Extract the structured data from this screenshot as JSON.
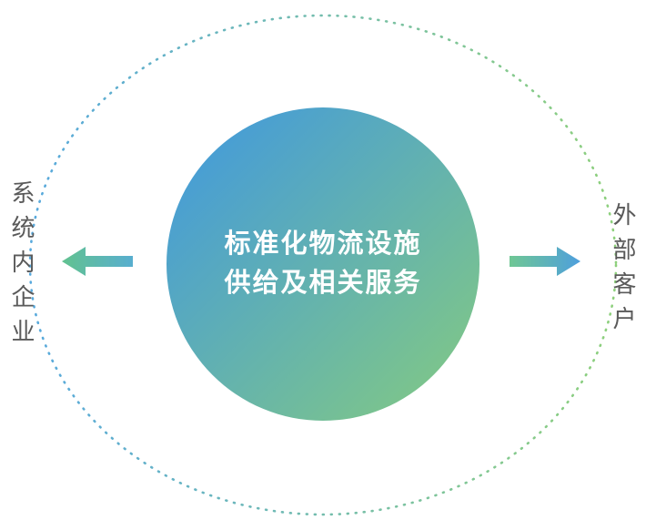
{
  "center_circle": {
    "line1": "标准化物流设施",
    "line2": "供给及相关服务"
  },
  "left_label": "系统内企业",
  "right_label": "外部客户",
  "colors": {
    "circle_gradient_start": "#3F97E1",
    "circle_gradient_end": "#85CB80",
    "ellipse_left": "#58A9DD",
    "ellipse_right": "#8ED07C",
    "arrow_left_start": "#62C290",
    "arrow_left_end": "#58AECF",
    "arrow_right_start": "#6FC794",
    "arrow_right_end": "#4E9FDD",
    "label_text": "#5A5A5A",
    "circle_text": "#FFFFFF"
  },
  "icons": {
    "left_arrow": "arrow pointing left from circle to internal label",
    "right_arrow": "arrow pointing right from circle to external label"
  }
}
